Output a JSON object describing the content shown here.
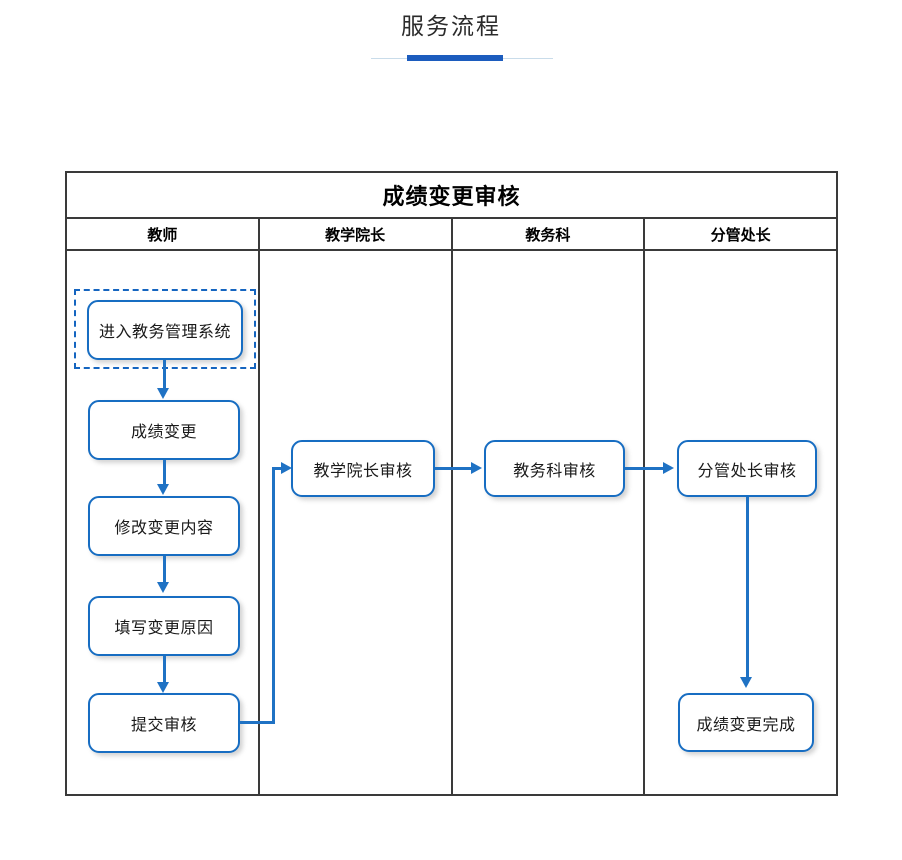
{
  "page": {
    "heading": "服务流程"
  },
  "flowchart": {
    "title": "成绩变更审核",
    "lanes": [
      {
        "label": "教师"
      },
      {
        "label": "教学院长"
      },
      {
        "label": "教务科"
      },
      {
        "label": "分管处长"
      }
    ],
    "nodes": [
      {
        "id": "enter-system",
        "lane": "教师",
        "label": "进入教务管理系统",
        "selected": true
      },
      {
        "id": "grade-change",
        "lane": "教师",
        "label": "成绩变更",
        "selected": false
      },
      {
        "id": "edit-change",
        "lane": "教师",
        "label": "修改变更内容",
        "selected": false
      },
      {
        "id": "fill-reason",
        "lane": "教师",
        "label": "填写变更原因",
        "selected": false
      },
      {
        "id": "submit-review",
        "lane": "教师",
        "label": "提交审核",
        "selected": false
      },
      {
        "id": "dean-review",
        "lane": "教学院长",
        "label": "教学院长审核",
        "selected": false
      },
      {
        "id": "affairs-review",
        "lane": "教务科",
        "label": "教务科审核",
        "selected": false
      },
      {
        "id": "director-review",
        "lane": "分管处长",
        "label": "分管处长审核",
        "selected": false
      },
      {
        "id": "change-complete",
        "lane": "分管处长",
        "label": "成绩变更完成",
        "selected": false
      }
    ],
    "edges": [
      {
        "from": "enter-system",
        "to": "grade-change",
        "style": "straight-down"
      },
      {
        "from": "grade-change",
        "to": "edit-change",
        "style": "straight-down"
      },
      {
        "from": "edit-change",
        "to": "fill-reason",
        "style": "straight-down"
      },
      {
        "from": "fill-reason",
        "to": "submit-review",
        "style": "straight-down"
      },
      {
        "from": "submit-review",
        "to": "dean-review",
        "style": "right-up-right"
      },
      {
        "from": "dean-review",
        "to": "affairs-review",
        "style": "straight-right"
      },
      {
        "from": "affairs-review",
        "to": "director-review",
        "style": "straight-right"
      },
      {
        "from": "director-review",
        "to": "change-complete",
        "style": "straight-down"
      }
    ]
  },
  "colors": {
    "accent_blue": "#1c5cbe",
    "node_border": "#176dc2",
    "connector": "#1f72c4",
    "selection": "#1565c0",
    "table_border": "#3a3a3a",
    "rule_light": "#c9dcea"
  }
}
